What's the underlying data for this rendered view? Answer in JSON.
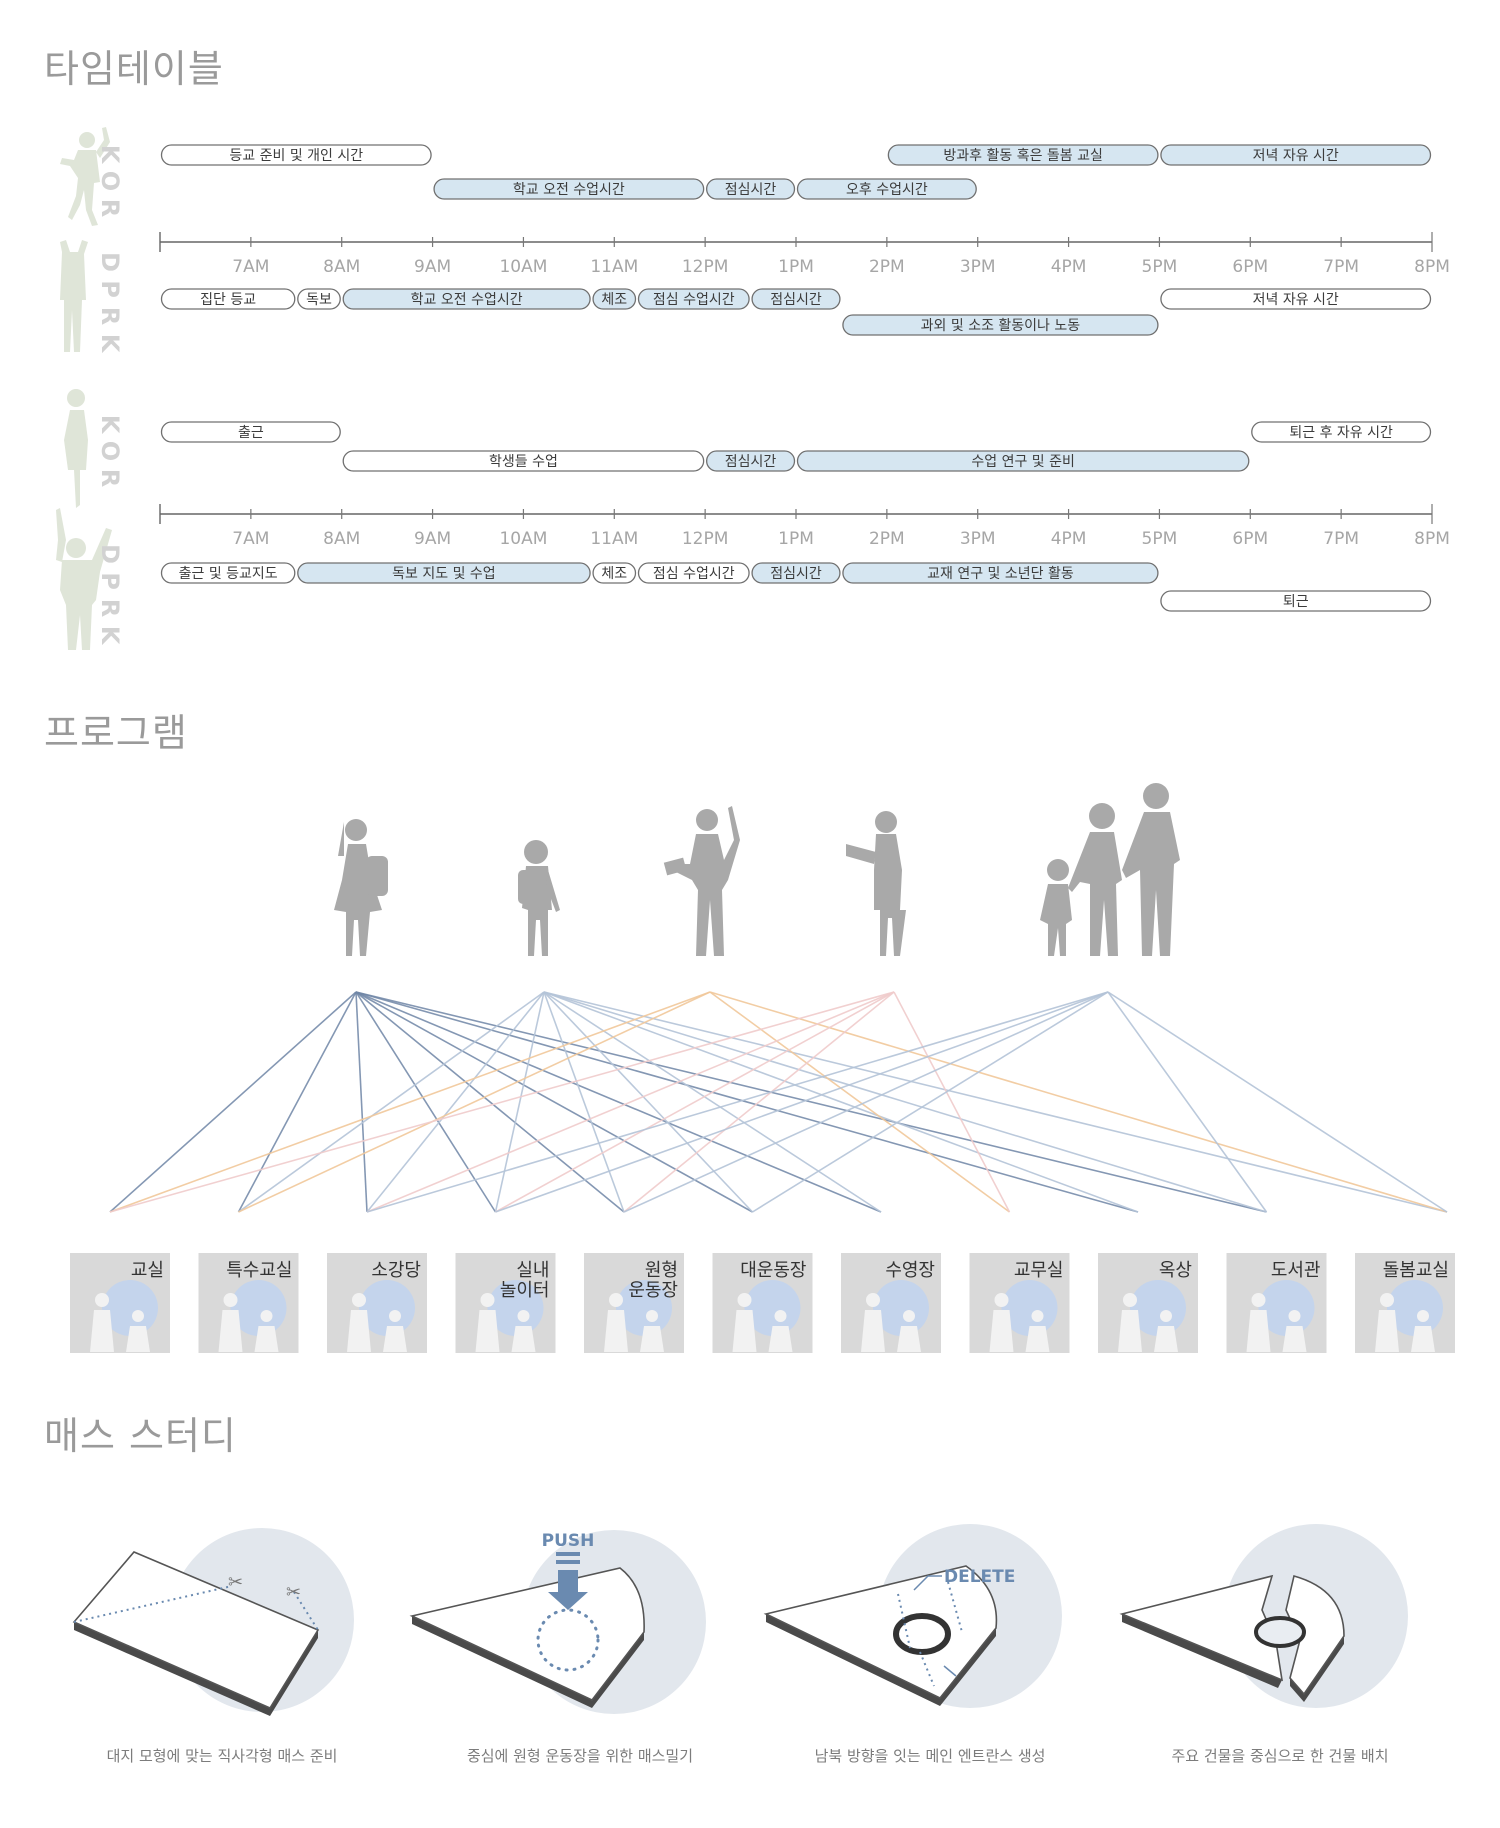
{
  "sections": {
    "timetable": "타임테이블",
    "program": "프로그램",
    "mass": "매스 스터디"
  },
  "colors": {
    "pill_blue": "#d6e6f1",
    "pill_outline": "#707070",
    "line_blue": "#6f86a6",
    "line_light": "#b4c4d8",
    "line_orange": "#f1c89b",
    "line_pink": "#f0cccc",
    "circle_blue": "#c4d4ec",
    "mass_circle": "#e2e7ed"
  },
  "timeline": {
    "ticks": [
      "7AM",
      "8AM",
      "9AM",
      "10AM",
      "11AM",
      "12PM",
      "1PM",
      "2PM",
      "3PM",
      "4PM",
      "5PM",
      "6PM",
      "7PM",
      "8PM"
    ]
  },
  "students": {
    "kor_label": "KOR",
    "dprk_label": "DPRK",
    "kor_row1": [
      {
        "label": "등교 준비 및 개인 시간",
        "from": "6AM",
        "to": "9AM",
        "filled": false
      },
      {
        "label": "방과후 활동 혹은 돌봄 교실",
        "from": "2PM",
        "to": "5PM",
        "filled": true
      },
      {
        "label": "저녁 자유 시간",
        "from": "5PM",
        "to": "8PM",
        "filled": true
      }
    ],
    "kor_row2": [
      {
        "label": "학교 오전 수업시간",
        "from": "9AM",
        "to": "12PM",
        "filled": true
      },
      {
        "label": "점심시간",
        "from": "12PM",
        "to": "1PM",
        "filled": true
      },
      {
        "label": "오후 수업시간",
        "from": "1PM",
        "to": "3PM",
        "filled": true
      }
    ],
    "dprk_row1": [
      {
        "label": "집단 등교",
        "from": "6AM",
        "to": "7:30AM",
        "filled": false
      },
      {
        "label": "독보",
        "from": "7:30AM",
        "to": "8AM",
        "filled": false
      },
      {
        "label": "학교 오전 수업시간",
        "from": "8AM",
        "to": "10:45AM",
        "filled": true
      },
      {
        "label": "체조",
        "from": "10:45AM",
        "to": "11:15AM",
        "filled": true
      },
      {
        "label": "점심 수업시간",
        "from": "11:15AM",
        "to": "12:30PM",
        "filled": true
      },
      {
        "label": "점심시간",
        "from": "12:30PM",
        "to": "1:30PM",
        "filled": true
      },
      {
        "label": "저녁 자유 시간",
        "from": "5PM",
        "to": "8PM",
        "filled": false
      }
    ],
    "dprk_row2": [
      {
        "label": "과외 및 소조 활동이나 노동",
        "from": "1:30PM",
        "to": "5PM",
        "filled": true
      }
    ]
  },
  "teachers": {
    "kor_label": "KOR",
    "dprk_label": "DPRK",
    "kor_row1": [
      {
        "label": "출근",
        "from": "6AM",
        "to": "8AM",
        "filled": false
      },
      {
        "label": "퇴근 후 자유 시간",
        "from": "6PM",
        "to": "8PM",
        "filled": false
      }
    ],
    "kor_row2": [
      {
        "label": "학생들 수업",
        "from": "8AM",
        "to": "12PM",
        "filled": false
      },
      {
        "label": "점심시간",
        "from": "12PM",
        "to": "1PM",
        "filled": true
      },
      {
        "label": "수업 연구 및 준비",
        "from": "1PM",
        "to": "6PM",
        "filled": true
      }
    ],
    "dprk_row1": [
      {
        "label": "출근 및 등교지도",
        "from": "6AM",
        "to": "7:30AM",
        "filled": false
      },
      {
        "label": "독보 지도 및 수업",
        "from": "7:30AM",
        "to": "10:45AM",
        "filled": true
      },
      {
        "label": "체조",
        "from": "10:45AM",
        "to": "11:15AM",
        "filled": false
      },
      {
        "label": "점심 수업시간",
        "from": "11:15AM",
        "to": "12:30PM",
        "filled": false
      },
      {
        "label": "점심시간",
        "from": "12:30PM",
        "to": "1:30PM",
        "filled": true
      },
      {
        "label": "교재 연구 및 소년단 활동",
        "from": "1:30PM",
        "to": "5PM",
        "filled": true
      }
    ],
    "dprk_row2": [
      {
        "label": "퇴근",
        "from": "5PM",
        "to": "8PM",
        "filled": false
      }
    ]
  },
  "program": {
    "spaces": [
      "교실",
      "특수교실",
      "소강당",
      "실내\n놀이터",
      "원형\n운동장",
      "대운동장",
      "수영장",
      "교무실",
      "옥상",
      "도서관",
      "돌봄교실"
    ],
    "user_icons": [
      "girl-student-icon",
      "boy-student-icon",
      "male-teacher-icon",
      "female-teacher-icon",
      "family-icon"
    ]
  },
  "mass_study": {
    "push_label": "PUSH",
    "delete_label": "DELETE",
    "captions": [
      "대지 모형에 맞는 직사각형 매스 준비",
      "중심에 원형 운동장을 위한 매스밀기",
      "남북 방향을 잇는 메인 엔트란스 생성",
      "주요 건물을 중심으로 한 건물 배치"
    ]
  }
}
